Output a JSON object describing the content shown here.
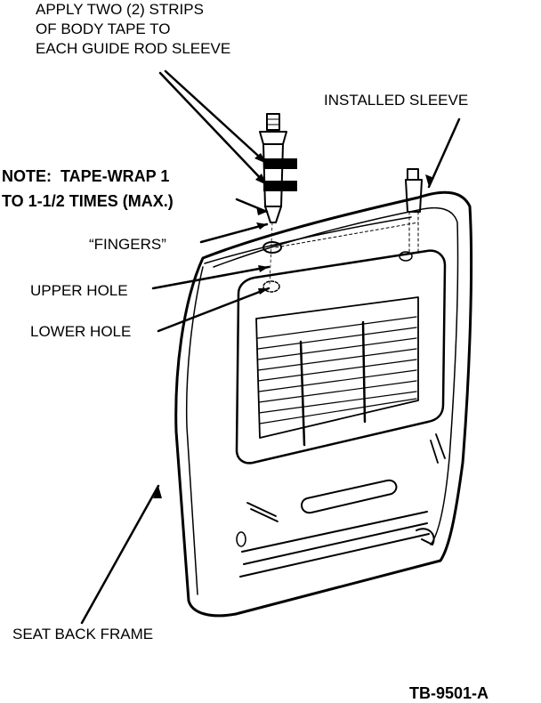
{
  "labels": {
    "apply_tape": "APPLY TWO (2) STRIPS\nOF BODY TAPE TO\nEACH GUIDE ROD SLEEVE",
    "installed_sleeve": "INSTALLED SLEEVE",
    "note": "NOTE:  TAPE-WRAP 1\nTO 1-1/2 TIMES (MAX.)",
    "fingers": "“FINGERS”",
    "upper_hole": "UPPER HOLE",
    "lower_hole": "LOWER HOLE",
    "seat_back_frame": "SEAT BACK FRAME",
    "figure_id": "TB-9501-A"
  },
  "colors": {
    "ink": "#000000",
    "paper": "#ffffff"
  }
}
